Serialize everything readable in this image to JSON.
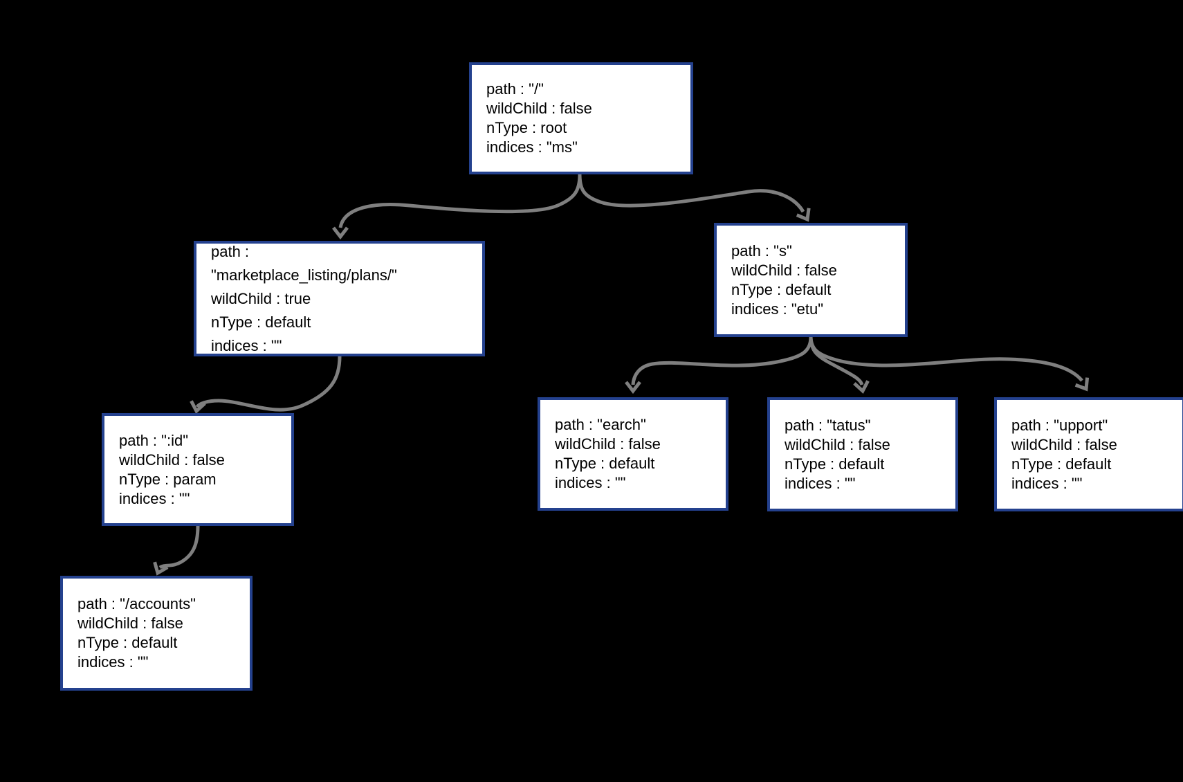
{
  "colors": {
    "background": "#000000",
    "node_fill": "#ffffff",
    "node_border": "#24418e",
    "edge": "#7f7f7f",
    "text": "#000000"
  },
  "nodes": {
    "root": {
      "lines": [
        "path : \"/\"",
        "wildChild : false",
        "nType : root",
        "indices : \"ms\""
      ]
    },
    "marketplace": {
      "lines": [
        "path :",
        "\"marketplace_listing/plans/\"",
        "wildChild : true",
        "nType : default",
        "indices : \"\""
      ]
    },
    "s": {
      "lines": [
        "path : \"s\"",
        "wildChild : false",
        "nType : default",
        "indices : \"etu\""
      ]
    },
    "id": {
      "lines": [
        "path : \":id\"",
        "wildChild : false",
        "nType : param",
        "indices : \"\""
      ]
    },
    "accounts": {
      "lines": [
        "path : \"/accounts\"",
        "wildChild : false",
        "nType : default",
        "indices : \"\""
      ]
    },
    "earch": {
      "lines": [
        "path : \"earch\"",
        "wildChild : false",
        "nType : default",
        "indices : \"\""
      ]
    },
    "tatus": {
      "lines": [
        "path : \"tatus\"",
        "wildChild : false",
        "nType : default",
        "indices : \"\""
      ]
    },
    "upport": {
      "lines": [
        "path : \"upport\"",
        "wildChild : false",
        "nType : default",
        "indices : \"\""
      ]
    }
  }
}
